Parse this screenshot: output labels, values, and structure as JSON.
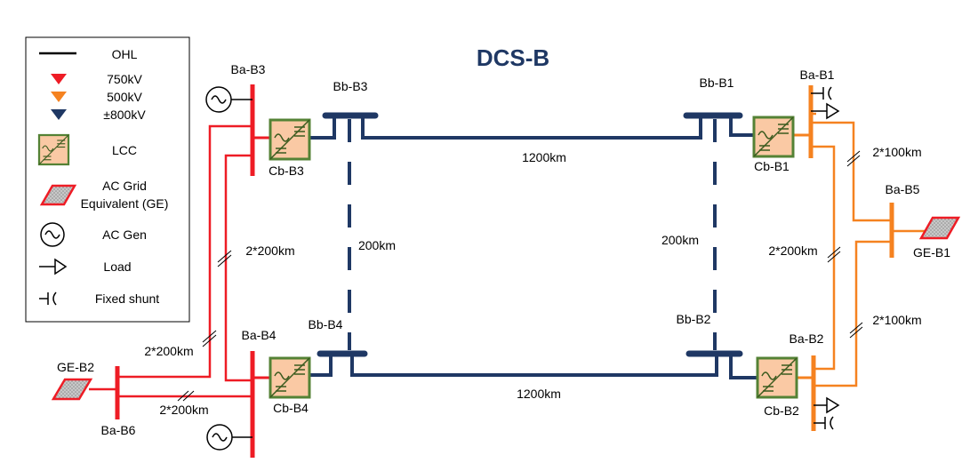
{
  "title": "DCS-B",
  "colors": {
    "kv750": "#ee1c25",
    "kv500": "#f58220",
    "dc800": "#1f3864",
    "lcc_fill": "#fac9a4",
    "lcc_border": "#548235"
  },
  "legend": {
    "ohl": "OHL",
    "kv750": "750kV",
    "kv500": "500kV",
    "dc800": "±800kV",
    "lcc": "LCC",
    "ac_grid_line1": "AC Grid",
    "ac_grid_line2": "Equivalent (GE)",
    "ac_gen": "AC Gen",
    "load": "Load",
    "fixed_shunt": "Fixed shunt"
  },
  "buses": {
    "ba_b1": "Ba-B1",
    "ba_b2": "Ba-B2",
    "ba_b3": "Ba-B3",
    "ba_b4": "Ba-B4",
    "ba_b5": "Ba-B5",
    "ba_b6": "Ba-B6",
    "bb_b1": "Bb-B1",
    "bb_b2": "Bb-B2",
    "bb_b3": "Bb-B3",
    "bb_b4": "Bb-B4"
  },
  "converters": {
    "cb_b1": "Cb-B1",
    "cb_b2": "Cb-B2",
    "cb_b3": "Cb-B3",
    "cb_b4": "Cb-B4"
  },
  "grids": {
    "ge_b1": "GE-B1",
    "ge_b2": "GE-B2"
  },
  "lines": {
    "dc_top": "1200km",
    "dc_bottom": "1200km",
    "dc_left": "200km",
    "dc_right": "200km",
    "b3_b4": "2*200km",
    "b3_b6": "2*200km",
    "b4_b6": "2*200km",
    "b1_b5": "2*100km",
    "b5_b2": "2*100km",
    "b1_b2": "2*200km"
  }
}
